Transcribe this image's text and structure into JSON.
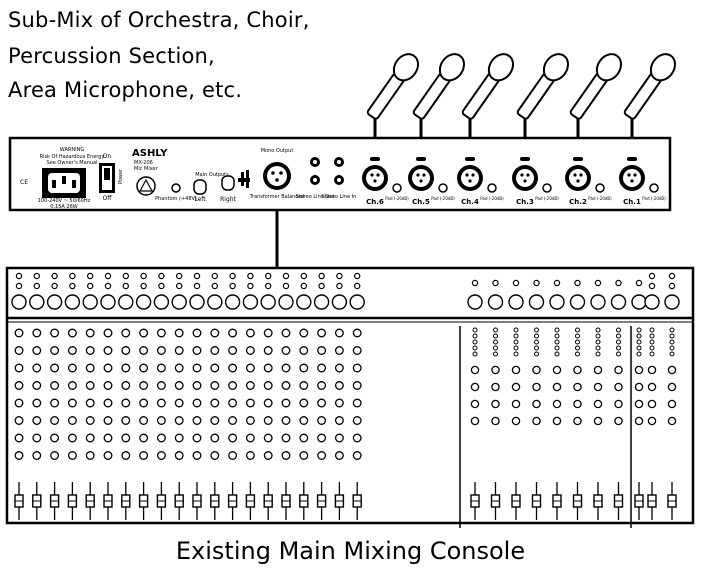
{
  "caption": {
    "line1": "Sub-Mix of Orchestra, Choir,",
    "line2": "Percussion Section,",
    "line3": "Area Microphone, etc."
  },
  "bottom_caption": "Existing Main Mixing Console",
  "device": {
    "brand": "ASHLY",
    "model": "MX-206",
    "model_sub": "Mic Mixer",
    "warning": "WARNING",
    "warning_sub": "Risk Of Hazardous Energy",
    "warning_sub2": "See Owner's Manual",
    "ce": "CE",
    "power_spec": "100-240V ~ 50/60Hz",
    "power_spec2": "0.15A 26W",
    "switch_on": "On",
    "switch_off": "Off",
    "power_label": "Power",
    "phantom_label": "Phantom (+48V)",
    "main_outputs_label": "Main Outputs",
    "left_label": "Left",
    "right_label": "Right",
    "mono_output_label": "Mono Output",
    "transformer_label": "Transformer Balanced",
    "stereo_line_out": "Stereo Line Out",
    "stereo_line_in": "Stereo Line In",
    "channels": [
      "Ch.6",
      "Ch.5",
      "Ch.4",
      "Ch.3",
      "Ch.2",
      "Ch.1"
    ],
    "pad_label": "Pad (-20dB)"
  },
  "icons": {
    "microphone": "microphone-icon",
    "xlr": "xlr-connector-icon",
    "iec": "iec-power-inlet-icon",
    "fader": "fader-icon"
  }
}
